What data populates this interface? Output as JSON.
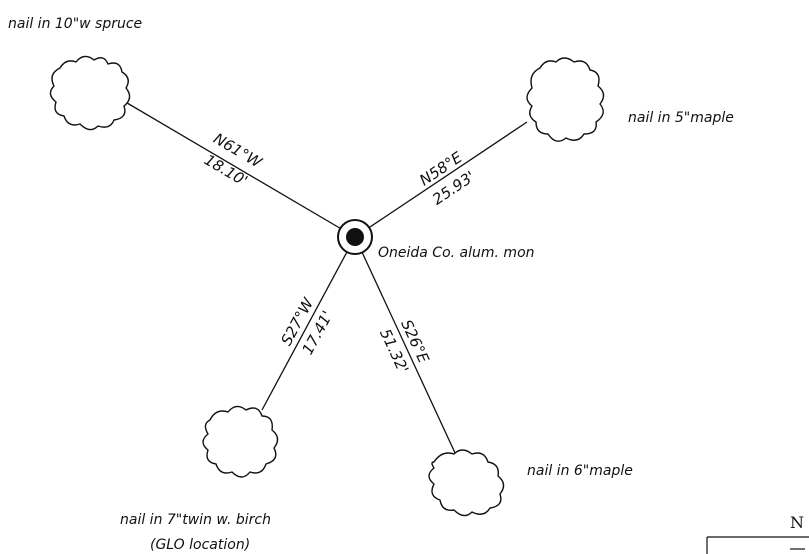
{
  "monument": {
    "label": "Oneida Co. alum. mon"
  },
  "witness_trees": [
    {
      "id": "nw",
      "label": "nail in 10\"w spruce",
      "bearing": "N61°W",
      "distance": "18.10'"
    },
    {
      "id": "ne",
      "label": "nail in 5\"maple",
      "bearing": "N58°E",
      "distance": "25.93'"
    },
    {
      "id": "sw",
      "label_line1": "nail in 7\"twin w. birch",
      "label_line2": "(GLO location)",
      "bearing": "S27°W",
      "distance": "17.41'"
    },
    {
      "id": "se",
      "label": "nail in 6\"maple",
      "bearing": "S26°E",
      "distance": "51.32'"
    }
  ],
  "corner_fragment": "N"
}
